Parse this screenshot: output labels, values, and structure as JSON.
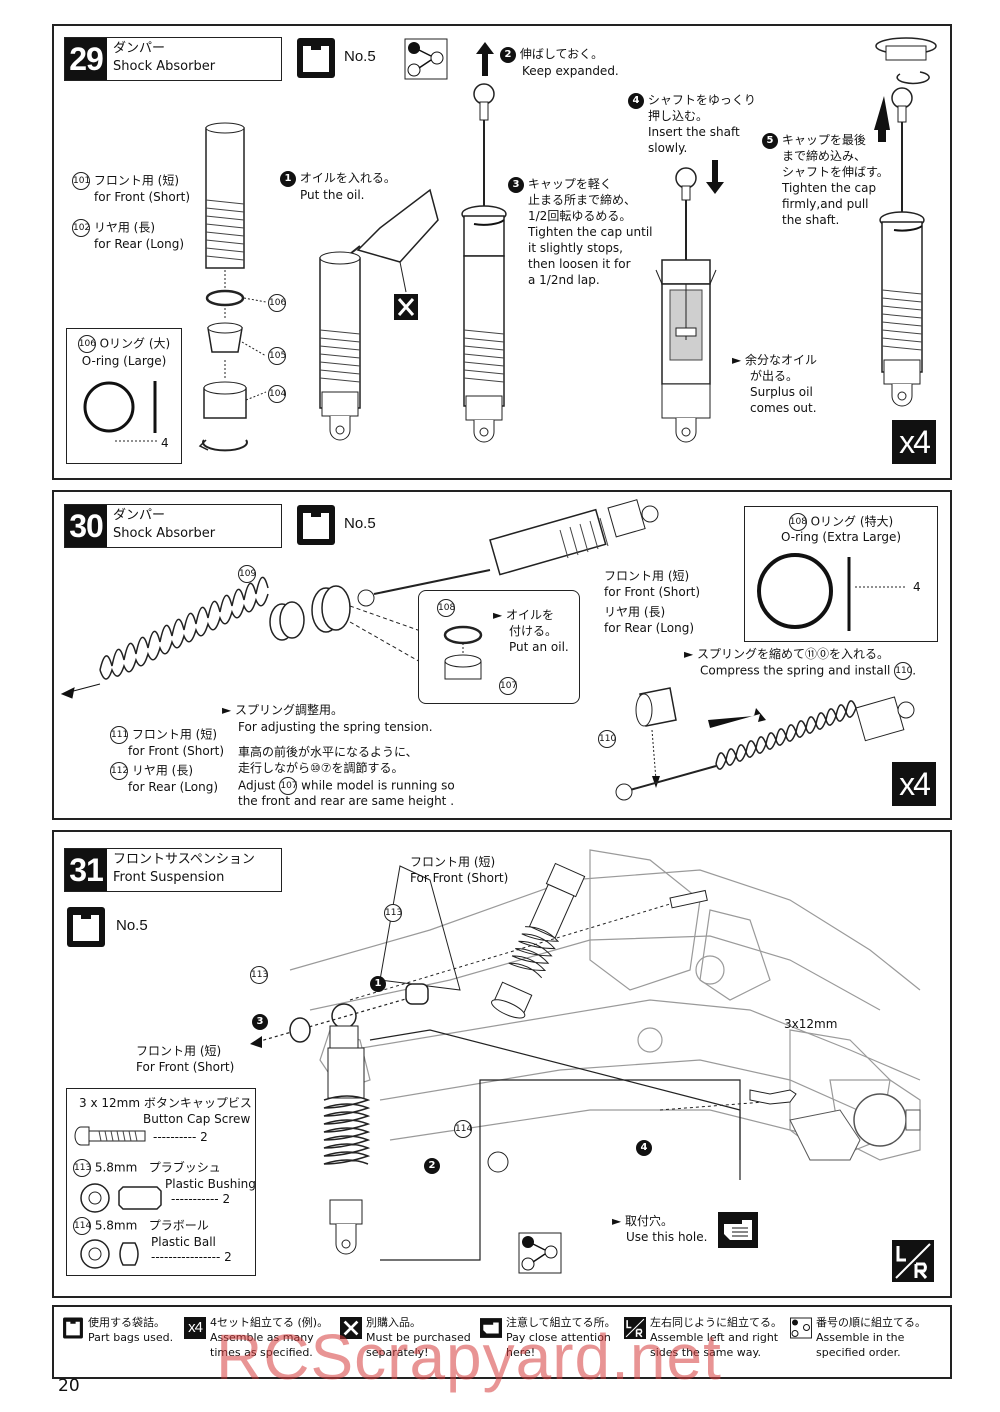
{
  "page_number": "20",
  "watermark": "RCScrapyard.net",
  "bag_label": "No.5",
  "steps": [
    {
      "number": "29",
      "title_jp": "ダンパー",
      "title_en": "Shock  Absorber",
      "multiplier": "x4",
      "callouts": {
        "tube_jp": "フロント用 (短)",
        "tube_en": "for Front (Short)",
        "tube_num": "101",
        "tube_rear_num": "102",
        "tube_rear_jp": "リヤ用 (長)",
        "tube_rear_en": "for Rear (Long)",
        "part_106": "106",
        "part_105": "105",
        "part_104": "104",
        "inset_jp": "Oリング (大)",
        "inset_en": "O-ring (Large)",
        "inset_num": "106",
        "inset_qty": "4",
        "s1_num": "1",
        "s1_jp": "オイルを入れる。",
        "s1_en": "Put the oil.",
        "s2_num": "2",
        "s2_jp": "伸ばしておく。",
        "s2_en": "Keep expanded.",
        "s3_num": "3",
        "s3_jp1": "キャップを軽く",
        "s3_jp2": "止まる所まで締め、",
        "s3_jp3": "1/2回転ゆるめる。",
        "s3_en1": "Tighten the cap until",
        "s3_en2": "it slightly stops,",
        "s3_en3": "then loosen it for",
        "s3_en4": "a 1/2nd lap.",
        "s4_num": "4",
        "s4_jp1": "シャフトをゆっくり",
        "s4_jp2": "押し込む。",
        "s4_en1": "Insert the shaft",
        "s4_en2": "slowly.",
        "surplus_jp1": "余分なオイル",
        "surplus_jp2": "が出る。",
        "surplus_en1": "Surplus oil",
        "surplus_en2": "comes out.",
        "s5_num": "5",
        "s5_jp1": "キャップを最後",
        "s5_jp2": "まで締め込み、",
        "s5_jp3": "シャフトを伸ばす。",
        "s5_en1": "Tighten the cap",
        "s5_en2": "firmly,and pull",
        "s5_en3": "the shaft."
      }
    },
    {
      "number": "30",
      "title_jp": "ダンパー",
      "title_en": "Shock  Absorber",
      "multiplier": "x4",
      "callouts": {
        "p109": "109",
        "p107": "107",
        "p108": "108",
        "p110": "110",
        "p111": "111",
        "p112": "112",
        "front_jp": "フロント用 (短)",
        "front_en": "for Front (Short)",
        "rear_jp": "リヤ用 (長)",
        "rear_en": "for Rear (Long)",
        "inset_jp": "Oリング (特大)",
        "inset_en": "O-ring (Extra Large)",
        "inset_num": "108",
        "inset_qty": "4",
        "oil_jp1": "オイルを",
        "oil_jp2": "付ける。",
        "oil_en": "Put an oil.",
        "compress_jp": "スプリングを縮めて⑪⓪を入れる。",
        "compress_en": "Compress the spring and install",
        "spring_f_jp": "フロント用 (短)",
        "spring_f_en": "for Front (Short)",
        "spring_r_jp": "リヤ用 (長)",
        "spring_r_en": "for Rear (Long)",
        "adj_jp": "スプリング調整用。",
        "adj_en": "For adjusting the spring tension.",
        "level_jp1": "車高の前後が水平になるように、",
        "level_jp2": "走行しながら⑩⑦を調節する。",
        "level_en1": "Adjust",
        "level_en1b": "while model is running so",
        "level_en2": "the front and rear are same height ."
      }
    },
    {
      "number": "31",
      "title_jp": "フロントサスペンション",
      "title_en": "Front Suspension",
      "callouts": {
        "front_top_jp": "フロント用 (短)",
        "front_top_en": "For Front (Short)",
        "front_low_jp": "フロント用 (短)",
        "front_low_en": "For Front (Short)",
        "p113": "113",
        "p114": "114",
        "screw_dim": "3x12mm",
        "hole_jp": "取付穴。",
        "hole_en": "Use this hole.",
        "n1": "1",
        "n2": "2",
        "n3": "3",
        "n4": "4"
      },
      "parts_box": [
        {
          "num": "",
          "size": "3 x 12mm",
          "jp": "ボタンキャップビス",
          "en": "Button Cap Screw",
          "qty": "2"
        },
        {
          "num": "113",
          "size": "5.8mm",
          "jp": "プラブッシュ",
          "en": "Plastic Bushing",
          "qty": "2"
        },
        {
          "num": "114",
          "size": "5.8mm",
          "jp": "プラボール",
          "en": "Plastic Ball",
          "qty": "2"
        }
      ]
    }
  ],
  "legend": [
    {
      "icon": "bag-icon",
      "jp": "使用する袋詰。",
      "en": "Part bags used."
    },
    {
      "icon": "x4-icon",
      "badge": "x4",
      "jp": "4セット組立てる (例)。",
      "en1": "Assemble as many",
      "en2": "times as specified."
    },
    {
      "icon": "cross-icon",
      "jp": "別購入品。",
      "en1": "Must be purchased",
      "en2": "separately!"
    },
    {
      "icon": "attention-hand-icon",
      "jp": "注意して組立てる所。",
      "en1": "Pay close attention",
      "en2": "here!"
    },
    {
      "icon": "left-right-icon",
      "jp": "左右同じように組立てる。",
      "en1": "Assemble left and right",
      "en2": "sides the same way."
    },
    {
      "icon": "order-icon",
      "jp": "番号の順に組立てる。",
      "en1": "Assemble in the",
      "en2": "specified order."
    }
  ]
}
